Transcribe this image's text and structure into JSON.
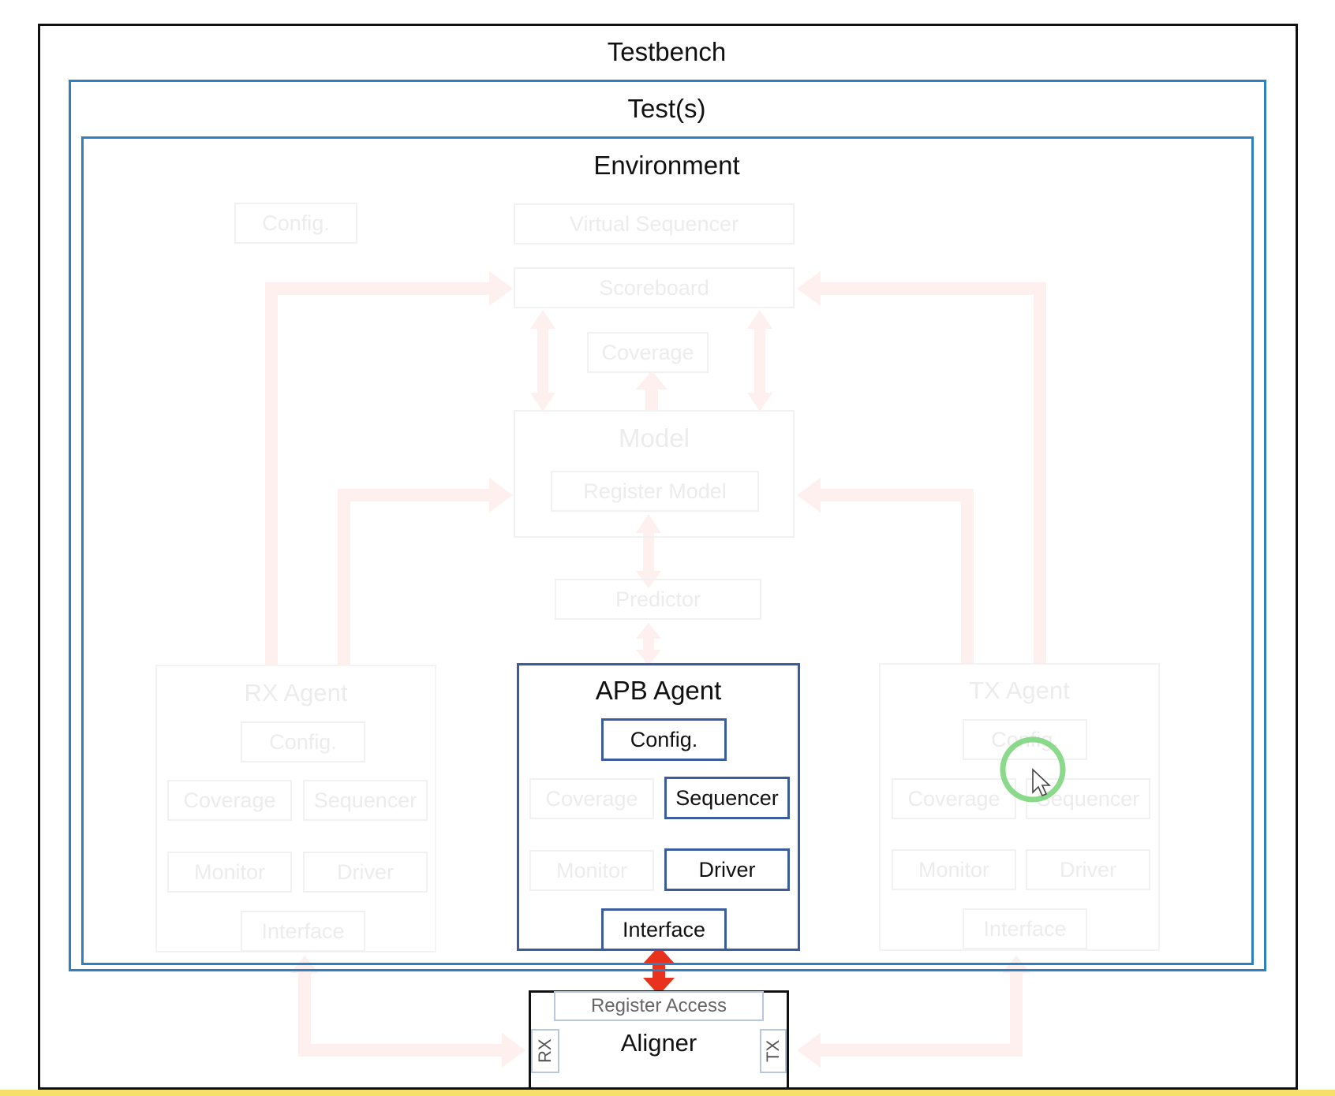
{
  "testbench": {
    "title": "Testbench"
  },
  "tests": {
    "title": "Test(s)"
  },
  "environment": {
    "title": "Environment",
    "config": "Config.",
    "virtual_sequencer": "Virtual Sequencer",
    "scoreboard": "Scoreboard",
    "coverage": "Coverage",
    "model": {
      "title": "Model",
      "register_model": "Register Model"
    },
    "predictor": "Predictor"
  },
  "rx_agent": {
    "title": "RX Agent",
    "config": "Config.",
    "coverage": "Coverage",
    "sequencer": "Sequencer",
    "monitor": "Monitor",
    "driver": "Driver",
    "interface": "Interface"
  },
  "apb_agent": {
    "title": "APB Agent",
    "config": "Config.",
    "coverage": "Coverage",
    "sequencer": "Sequencer",
    "monitor": "Monitor",
    "driver": "Driver",
    "interface": "Interface"
  },
  "tx_agent": {
    "title": "TX Agent",
    "config": "Config.",
    "coverage": "Coverage",
    "sequencer": "Sequencer",
    "monitor": "Monitor",
    "driver": "Driver",
    "interface": "Interface"
  },
  "dut": {
    "title": "Aligner",
    "register_access": "Register Access",
    "rx_port": "RX",
    "tx_port": "TX"
  },
  "colors": {
    "active_border": "#3b5c9e",
    "frame_blue": "#2f7fc1",
    "arrow_red": "#e8321e",
    "faded_arrow": "#fdf0ee",
    "cursor_ring": "#7ed67e"
  }
}
